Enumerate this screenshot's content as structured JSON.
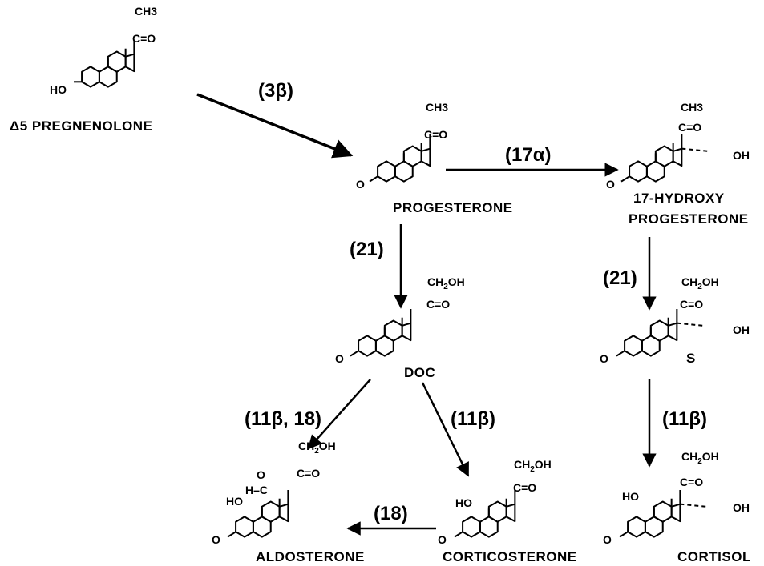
{
  "colors": {
    "ink": "#000000",
    "background": "#ffffff"
  },
  "compounds": [
    {
      "id": "pregnenolone",
      "name": "Δ5 PREGNENOLONE",
      "subst": {
        "top": "CH3",
        "carbonyl": "C=O",
        "ring_a": "HO"
      }
    },
    {
      "id": "progesterone",
      "name": "PROGESTERONE",
      "subst": {
        "top": "CH3",
        "carbonyl": "C=O",
        "ring_a": "O"
      }
    },
    {
      "id": "hydroxyprogesterone",
      "name_line1": "17-HYDROXY",
      "name_line2": "PROGESTERONE",
      "subst": {
        "top": "CH3",
        "carbonyl": "C=O",
        "ring_a": "O",
        "d17": "OH"
      }
    },
    {
      "id": "doc",
      "name": "DOC",
      "subst": {
        "top": "CH2OH",
        "carbonyl": "C=O",
        "ring_a": "O"
      }
    },
    {
      "id": "s",
      "name": "S",
      "subst": {
        "top": "CH2OH",
        "carbonyl": "C=O",
        "ring_a": "O",
        "d17": "OH"
      }
    },
    {
      "id": "aldosterone",
      "name": "ALDOSTERONE",
      "subst": {
        "top": "CH2OH",
        "carbonyl": "C=O",
        "ring_a": "O",
        "c11": "HO",
        "aldehyde": "O",
        "aldehyde_h": "H–C"
      }
    },
    {
      "id": "corticosterone",
      "name": "CORTICOSTERONE",
      "subst": {
        "top": "CH2OH",
        "carbonyl": "C=O",
        "ring_a": "O",
        "c11": "HO"
      }
    },
    {
      "id": "cortisol",
      "name": "CORTISOL",
      "subst": {
        "top": "CH2OH",
        "carbonyl": "C=O",
        "ring_a": "O",
        "c11": "HO",
        "d17": "OH"
      }
    }
  ],
  "enzymes": [
    {
      "id": "e-3b",
      "label": "(3β)"
    },
    {
      "id": "e-17a",
      "label": "(17α)"
    },
    {
      "id": "e-21a",
      "label": "(21)"
    },
    {
      "id": "e-21b",
      "label": "(21)"
    },
    {
      "id": "e-11b18",
      "label": "(11β, 18)"
    },
    {
      "id": "e-11b-a",
      "label": "(11β)"
    },
    {
      "id": "e-11b-b",
      "label": "(11β)"
    },
    {
      "id": "e-18",
      "label": "(18)"
    }
  ]
}
